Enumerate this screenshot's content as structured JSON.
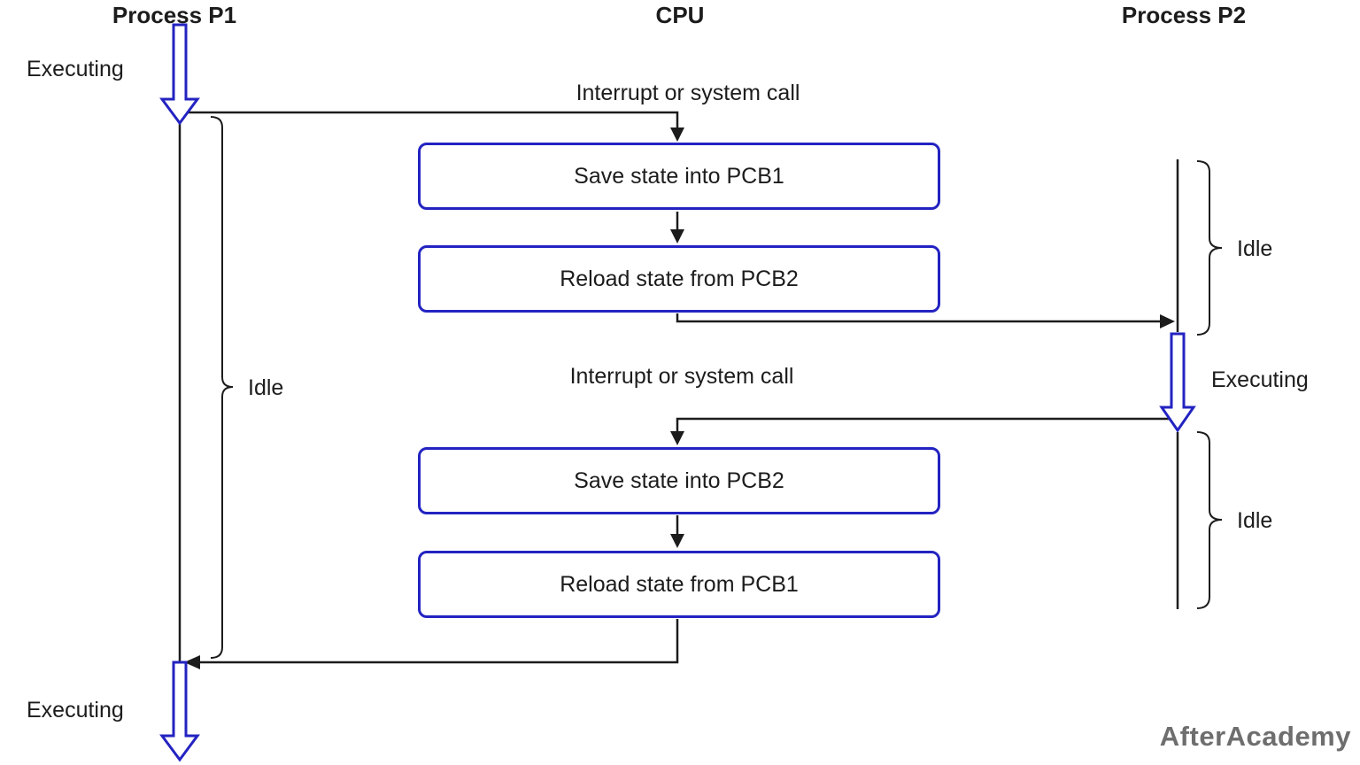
{
  "diagram": {
    "columns": {
      "p1": {
        "label": "Process P1"
      },
      "cpu": {
        "label": "CPU"
      },
      "p2": {
        "label": "Process P2"
      }
    },
    "p1": {
      "executing_top": "Executing",
      "idle": "Idle",
      "executing_bottom": "Executing"
    },
    "p2": {
      "idle_top": "Idle",
      "executing": "Executing",
      "idle_bottom": "Idle"
    },
    "cpu_flow": {
      "interrupt_top": "Interrupt or system call",
      "interrupt_bottom": "Interrupt or system call",
      "boxes": [
        {
          "label": "Save state into PCB1"
        },
        {
          "label": "Reload state from PCB2"
        },
        {
          "label": "Save state into PCB2"
        },
        {
          "label": "Reload state from PCB1"
        }
      ]
    },
    "watermark": "AfterAcademy",
    "colors": {
      "box_border_blue": "#2323c2",
      "executing_arrow_blue": "#2323c2",
      "line_black": "#1c1c1c",
      "watermark_gray": "#6e6e6e"
    }
  }
}
